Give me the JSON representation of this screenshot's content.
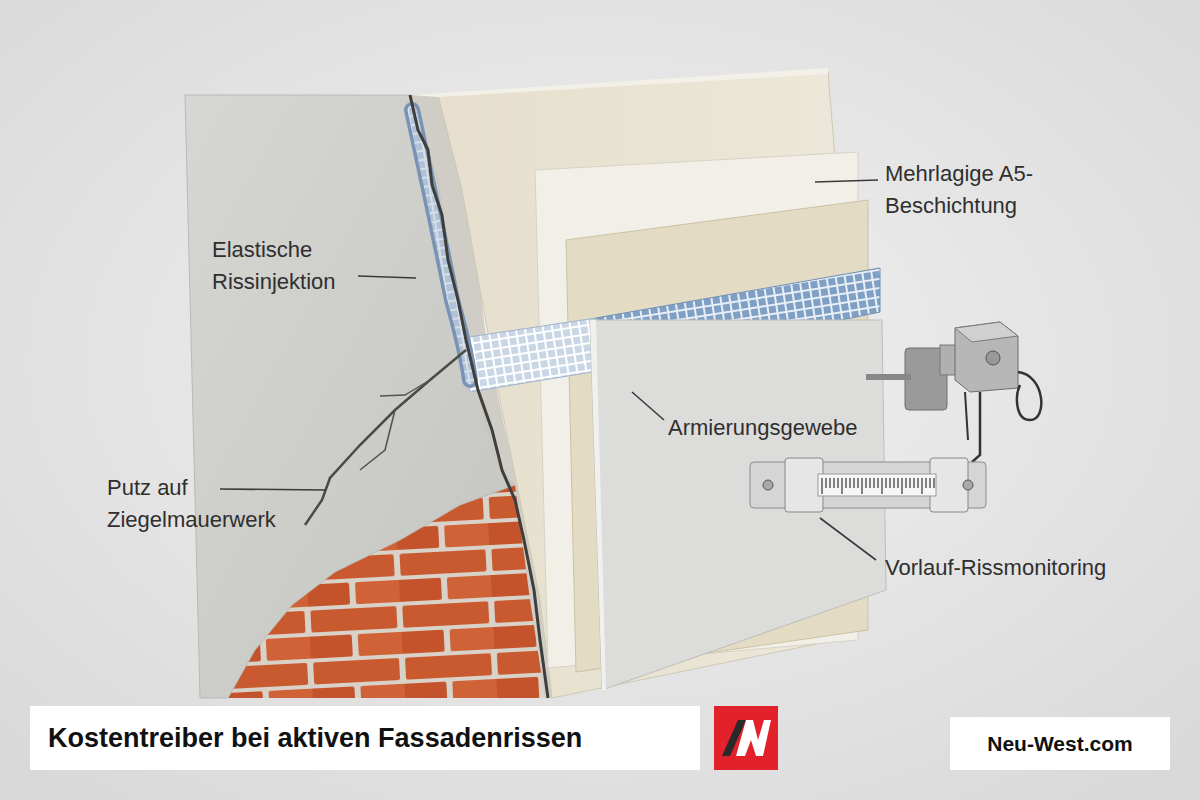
{
  "diagram": {
    "title": "Kostentreiber bei aktiven Fassadenrissen",
    "labels": [
      "Mehrlagige A5- Beschichtung",
      "Elastische Rissinjektion",
      "Armierungsgewebe",
      "Putz auf Ziegelmauerwerk",
      "Vorlauf-Rissmonitoring",
      "Neu-West.com"
    ]
  }
}
